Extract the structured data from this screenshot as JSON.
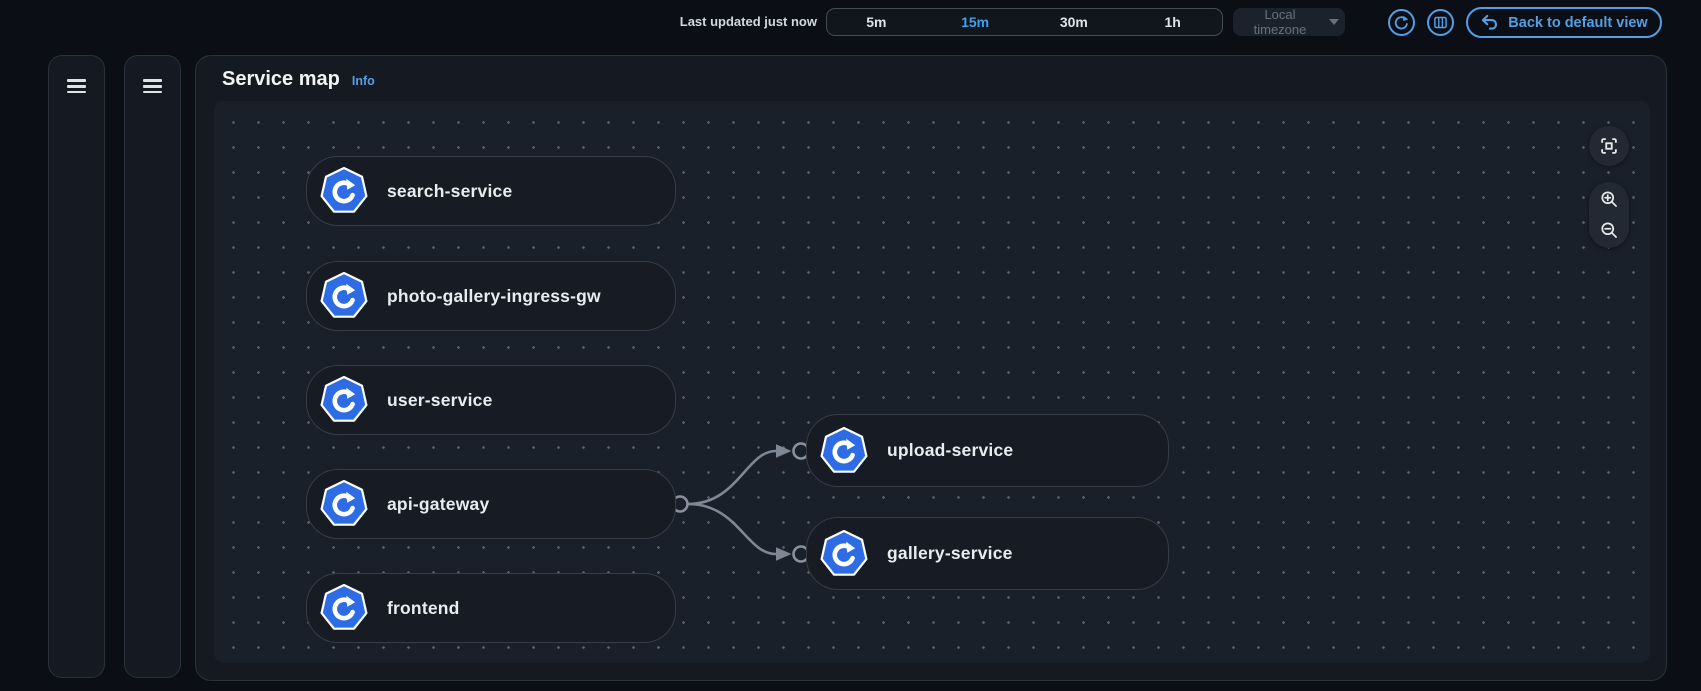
{
  "topbar": {
    "last_updated": "Last updated just now",
    "time_ranges": [
      "5m",
      "15m",
      "30m",
      "1h"
    ],
    "selected_range": "15m",
    "timezone_label": "Local timezone",
    "back_button_label": "Back to default view"
  },
  "service_map": {
    "title": "Service map",
    "info_label": "Info",
    "nodes": [
      {
        "label": "search-service"
      },
      {
        "label": "photo-gallery-ingress-gw"
      },
      {
        "label": "user-service"
      },
      {
        "label": "api-gateway"
      },
      {
        "label": "frontend"
      },
      {
        "label": "upload-service"
      },
      {
        "label": "gallery-service"
      }
    ],
    "edges": [
      {
        "from": "api-gateway",
        "to": "upload-service"
      },
      {
        "from": "api-gateway",
        "to": "gallery-service"
      }
    ]
  },
  "icons": {
    "menu": "hamburger-menu-icon",
    "refresh": "refresh-icon",
    "minimap": "minimap-icon",
    "back": "undo-arrow-icon",
    "timezone_chevron": "chevron-down-icon",
    "node": "kubernetes-workload-icon",
    "fit": "fit-to-screen-icon",
    "zoom_in": "zoom-in-icon",
    "zoom_out": "zoom-out-icon"
  },
  "colors": {
    "accent": "#539fe5",
    "selected_time": "#42a1ec",
    "kubernetes_blue": "#2e6ce5",
    "edge_gray": "#7e8794",
    "canvas_bg": "#1a202a",
    "panel_bg": "#151a22"
  }
}
